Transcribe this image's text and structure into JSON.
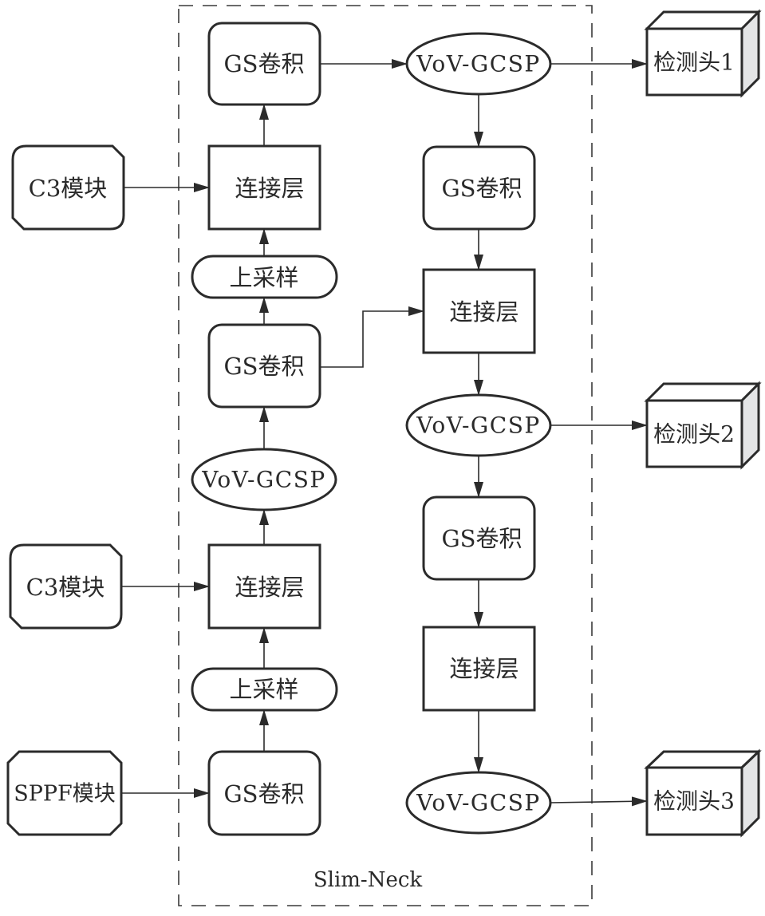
{
  "diagram": {
    "type": "flowchart",
    "container_label": "Slim-Neck",
    "colors": {
      "stroke": "#2b2b2b",
      "fill": "#ffffff",
      "cube_side": "#e4e5e6"
    },
    "inputs": [
      {
        "id": "c3_top",
        "label": "C3模块",
        "shape": "chamfered-rect"
      },
      {
        "id": "c3_mid",
        "label": "C3模块",
        "shape": "chamfered-rect"
      },
      {
        "id": "sppf",
        "label": "SPPF模块",
        "shape": "octagon"
      }
    ],
    "left_column": [
      {
        "id": "l_gs_top",
        "label": "GS卷积",
        "shape": "rounded-rect"
      },
      {
        "id": "l_concat_top",
        "label": "连接层",
        "shape": "rect"
      },
      {
        "id": "l_up_top",
        "label": "上采样",
        "shape": "pill"
      },
      {
        "id": "l_gs_mid",
        "label": "GS卷积",
        "shape": "rounded-rect"
      },
      {
        "id": "l_vov",
        "label": "VoV-GCSP",
        "shape": "ellipse"
      },
      {
        "id": "l_concat_bot",
        "label": "连接层",
        "shape": "rect"
      },
      {
        "id": "l_up_bot",
        "label": "上采样",
        "shape": "pill"
      },
      {
        "id": "l_gs_bot",
        "label": "GS卷积",
        "shape": "rounded-rect"
      }
    ],
    "right_column": [
      {
        "id": "r_vov_1",
        "label": "VoV-GCSP",
        "shape": "ellipse"
      },
      {
        "id": "r_gs_1",
        "label": "GS卷积",
        "shape": "rounded-rect"
      },
      {
        "id": "r_concat_1",
        "label": "连接层",
        "shape": "rect"
      },
      {
        "id": "r_vov_2",
        "label": "VoV-GCSP",
        "shape": "ellipse"
      },
      {
        "id": "r_gs_2",
        "label": "GS卷积",
        "shape": "rounded-rect"
      },
      {
        "id": "r_concat_2",
        "label": "连接层",
        "shape": "rect"
      },
      {
        "id": "r_vov_3",
        "label": "VoV-GCSP",
        "shape": "ellipse"
      }
    ],
    "outputs": [
      {
        "id": "head_1",
        "label": "检测头1",
        "shape": "cube"
      },
      {
        "id": "head_2",
        "label": "检测头2",
        "shape": "cube"
      },
      {
        "id": "head_3",
        "label": "检测头3",
        "shape": "cube"
      }
    ],
    "edges": [
      {
        "from": "sppf",
        "to": "l_gs_bot"
      },
      {
        "from": "l_gs_bot",
        "to": "l_up_bot"
      },
      {
        "from": "l_up_bot",
        "to": "l_concat_bot"
      },
      {
        "from": "c3_mid",
        "to": "l_concat_bot"
      },
      {
        "from": "l_concat_bot",
        "to": "l_vov"
      },
      {
        "from": "l_vov",
        "to": "l_gs_mid"
      },
      {
        "from": "l_gs_mid",
        "to": "l_up_top"
      },
      {
        "from": "l_gs_mid",
        "to": "r_concat_1"
      },
      {
        "from": "l_up_top",
        "to": "l_concat_top"
      },
      {
        "from": "c3_top",
        "to": "l_concat_top"
      },
      {
        "from": "l_concat_top",
        "to": "l_gs_top"
      },
      {
        "from": "l_gs_top",
        "to": "r_vov_1"
      },
      {
        "from": "r_vov_1",
        "to": "head_1"
      },
      {
        "from": "r_vov_1",
        "to": "r_gs_1"
      },
      {
        "from": "r_gs_1",
        "to": "r_concat_1"
      },
      {
        "from": "r_concat_1",
        "to": "r_vov_2"
      },
      {
        "from": "r_vov_2",
        "to": "head_2"
      },
      {
        "from": "r_vov_2",
        "to": "r_gs_2"
      },
      {
        "from": "r_gs_2",
        "to": "r_concat_2"
      },
      {
        "from": "r_concat_2",
        "to": "r_vov_3"
      },
      {
        "from": "r_vov_3",
        "to": "head_3"
      }
    ]
  }
}
